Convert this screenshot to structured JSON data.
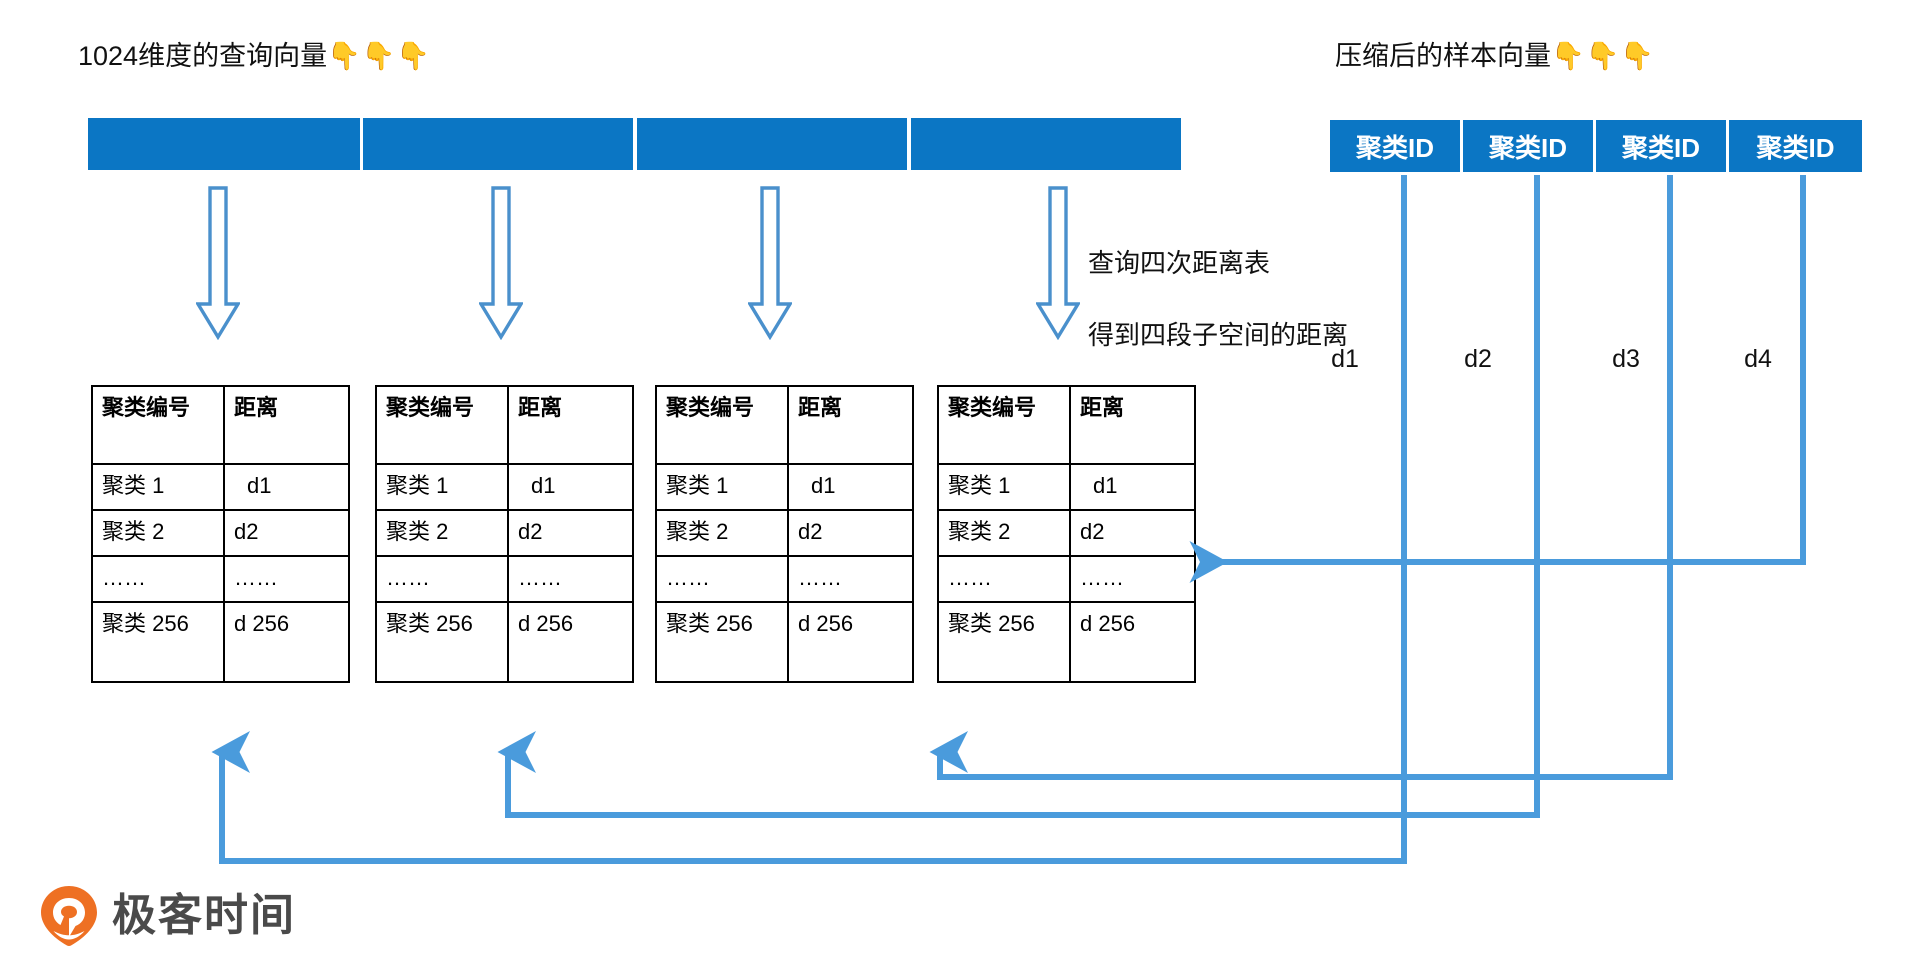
{
  "captions": {
    "query_vector": "1024维度的查询向量",
    "query_vector_hands": "👇👇👇",
    "compressed_vector": "压缩后的样本向量",
    "compressed_vector_hands": "👇👇👇"
  },
  "query_bar": {
    "segments": [
      "",
      "",
      "",
      ""
    ],
    "color": "#0B76C4"
  },
  "cluster_ids": {
    "color": "#0B76C4",
    "text_color": "#FFFFFF",
    "boxes": [
      {
        "label": "聚类ID"
      },
      {
        "label": "聚类ID"
      },
      {
        "label": "聚类ID"
      },
      {
        "label": "聚类ID"
      }
    ]
  },
  "note": {
    "line1": "查询四次距离表",
    "line2": "得到四段子空间的距离"
  },
  "distance_labels": [
    "d1",
    "d2",
    "d3",
    "d4"
  ],
  "tables": {
    "headers": [
      "聚类编号",
      "距离"
    ],
    "rows": [
      {
        "cluster": "聚类 1",
        "distance": "d1"
      },
      {
        "cluster": "聚类 2",
        "distance": "d2"
      },
      {
        "cluster": "……",
        "distance": "……"
      },
      {
        "cluster": "聚类 256",
        "distance": "d 256"
      }
    ],
    "instances": [
      {
        "name": "distance-table-1"
      },
      {
        "name": "distance-table-2"
      },
      {
        "name": "distance-table-3"
      },
      {
        "name": "distance-table-4"
      }
    ]
  },
  "arrows": {
    "color": "#4A9BDC",
    "outline_color": "#4A90CC",
    "count_down": 4,
    "count_feedback": 4
  },
  "logo": {
    "text": "极客时间",
    "mark_color": "#EE7023",
    "text_color": "#4A4A4A"
  }
}
